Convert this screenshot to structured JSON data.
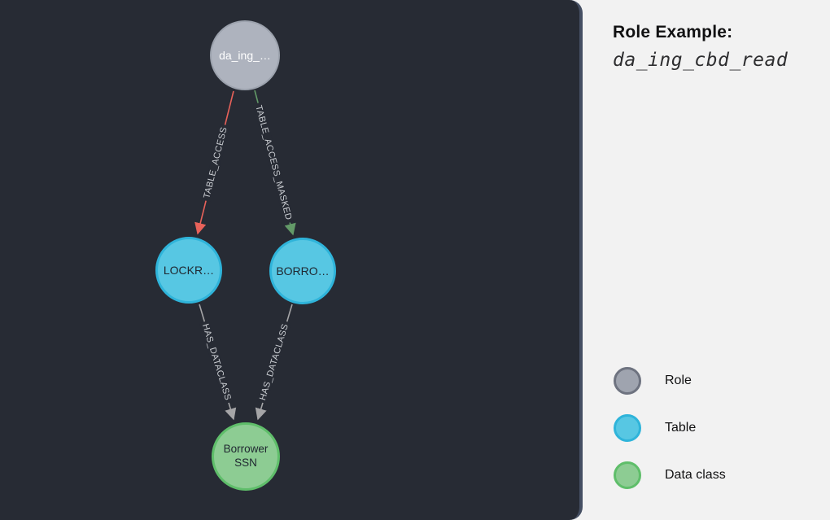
{
  "info": {
    "title": "Role Example:",
    "role_name": "da_ing_cbd_read",
    "legend": [
      {
        "type": "role",
        "label": "Role"
      },
      {
        "type": "table",
        "label": "Table"
      },
      {
        "type": "dataclass",
        "label": "Data class"
      }
    ]
  },
  "graph": {
    "nodes": [
      {
        "id": "role-node",
        "type": "role",
        "label": "da_ing_…"
      },
      {
        "id": "table-node-1",
        "type": "table",
        "label": "LOCKR…"
      },
      {
        "id": "table-node-2",
        "type": "table",
        "label": "BORRO…"
      },
      {
        "id": "dataclass-node",
        "type": "dataclass",
        "label": "Borrower SSN"
      }
    ],
    "edges": [
      {
        "from": "role-node",
        "to": "table-node-1",
        "label": "TABLE_ACCESS",
        "color": "#E8625A"
      },
      {
        "from": "role-node",
        "to": "table-node-2",
        "label": "TABLE_ACCESS_MASKED",
        "color": "#639A68"
      },
      {
        "from": "table-node-1",
        "to": "dataclass-node",
        "label": "HAS_DATACLASS",
        "color": "#A5A5A7"
      },
      {
        "from": "table-node-2",
        "to": "dataclass-node",
        "label": "HAS_DATACLASS",
        "color": "#A5A5A7"
      }
    ]
  },
  "colors": {
    "page_bg": "#F2F2F2",
    "panel_bg": "#272B34",
    "panel_border": "#454F63",
    "role_fill": "#AEB3BE",
    "role_border": "#9CA2AD",
    "legend_role_fill": "#9FA4AF",
    "legend_role_border": "#6E7380",
    "table_fill": "#57C7E3",
    "table_border": "#2FB4DA",
    "dataclass_fill": "#8DCC93",
    "dataclass_border": "#5FBE6A",
    "edge_red": "#E8625A",
    "edge_green": "#639A68",
    "edge_gray": "#A5A5A7",
    "edge_label_text": "#CACDD2"
  }
}
